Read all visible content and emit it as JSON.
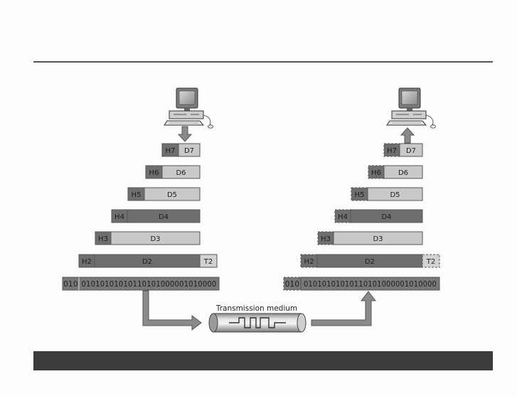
{
  "diagram": {
    "caption": "Transmission medium",
    "sender": {
      "layers": [
        {
          "header": "H7",
          "data": "D7",
          "trailer": ""
        },
        {
          "header": "H6",
          "data": "D6",
          "trailer": ""
        },
        {
          "header": "H5",
          "data": "D5",
          "trailer": ""
        },
        {
          "header": "H4",
          "data": "D4",
          "trailer": ""
        },
        {
          "header": "H3",
          "data": "D3",
          "trailer": ""
        },
        {
          "header": "H2",
          "data": "D2",
          "trailer": "T2"
        }
      ],
      "bit_prefix": "010",
      "bit_stream": "01010101010110101000001010000"
    },
    "receiver": {
      "layers": [
        {
          "header": "H7",
          "data": "D7",
          "trailer": ""
        },
        {
          "header": "H6",
          "data": "D6",
          "trailer": ""
        },
        {
          "header": "H5",
          "data": "D5",
          "trailer": ""
        },
        {
          "header": "H4",
          "data": "D4",
          "trailer": ""
        },
        {
          "header": "H3",
          "data": "D3",
          "trailer": ""
        },
        {
          "header": "H2",
          "data": "D2",
          "trailer": "T2"
        }
      ],
      "bit_prefix": "010",
      "bit_stream": "01010101010110101000001010000"
    }
  },
  "colors": {
    "header_fill": "#6e6e6e",
    "data_dark": "#6e6e6e",
    "data_light": "#c9c9c9",
    "trailer_fill": "#d2d2d2",
    "bits_fill": "#787878",
    "arrow_fill": "#8a8a8a",
    "outline": "#555555",
    "top_rule": "#555555",
    "bottom_band": "#3b3b3b"
  }
}
